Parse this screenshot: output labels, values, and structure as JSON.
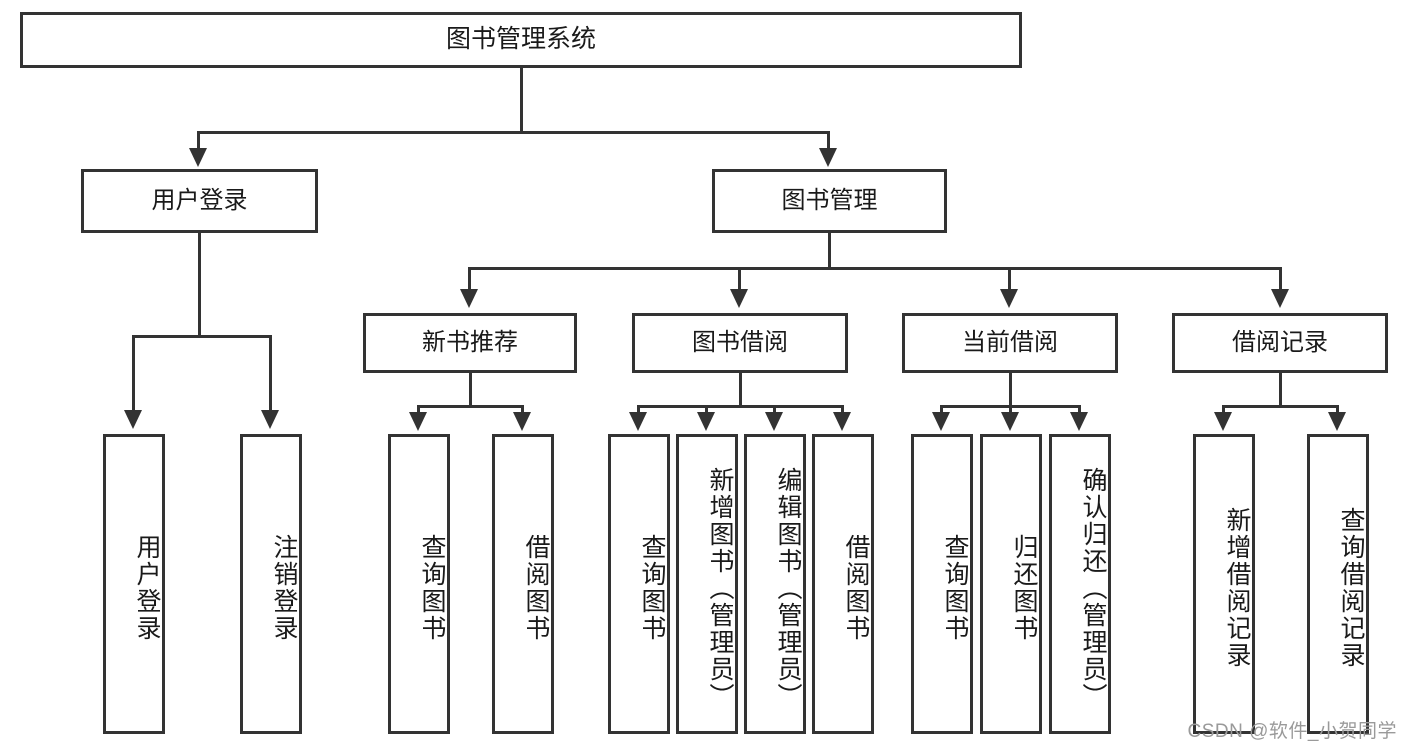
{
  "diagram": {
    "title": "图书管理系统",
    "type": "tree",
    "root": {
      "label": "图书管理系统"
    },
    "level2": [
      {
        "label": "用户登录"
      },
      {
        "label": "图书管理"
      }
    ],
    "level3": [
      {
        "label": "新书推荐"
      },
      {
        "label": "图书借阅"
      },
      {
        "label": "当前借阅"
      },
      {
        "label": "借阅记录"
      }
    ],
    "leaves": {
      "user_login": [
        {
          "label": "用户登录"
        },
        {
          "label": "注销登录"
        }
      ],
      "new_book": [
        {
          "label": "查询图书"
        },
        {
          "label": "借阅图书"
        }
      ],
      "book_borrow": [
        {
          "label": "查询图书"
        },
        {
          "label": "新增图书（管理员）"
        },
        {
          "label": "编辑图书（管理员）"
        },
        {
          "label": "借阅图书"
        }
      ],
      "current_borrow": [
        {
          "label": "查询图书"
        },
        {
          "label": "归还图书"
        },
        {
          "label": "确认归还（管理员）"
        }
      ],
      "borrow_record": [
        {
          "label": "新增借阅记录"
        },
        {
          "label": "查询借阅记录"
        }
      ]
    }
  },
  "watermark": {
    "text": "CSDN @软件_小贺同学"
  },
  "colors": {
    "stroke": "#333333",
    "background": "#ffffff",
    "text": "#1a1a1a",
    "watermark": "#9a9a9a"
  }
}
